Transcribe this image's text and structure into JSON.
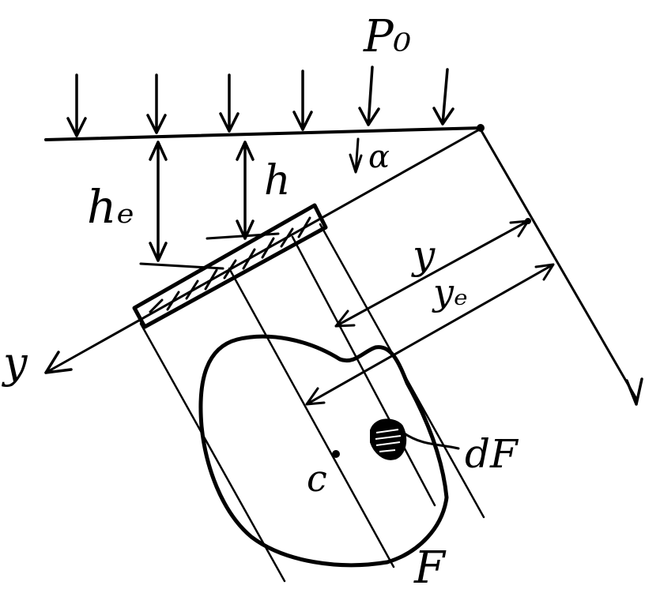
{
  "diagram": {
    "labels": {
      "pressure": "P₀",
      "angle": "α",
      "depth_centroid": "hₑ",
      "depth": "h",
      "coord_y": "y",
      "coord_y_centroid": "yₑ",
      "axis_y": "y",
      "element_area": "dF",
      "centroid": "c",
      "figure_area": "F"
    },
    "ink_color": "#000000",
    "background_color": "#ffffff"
  }
}
